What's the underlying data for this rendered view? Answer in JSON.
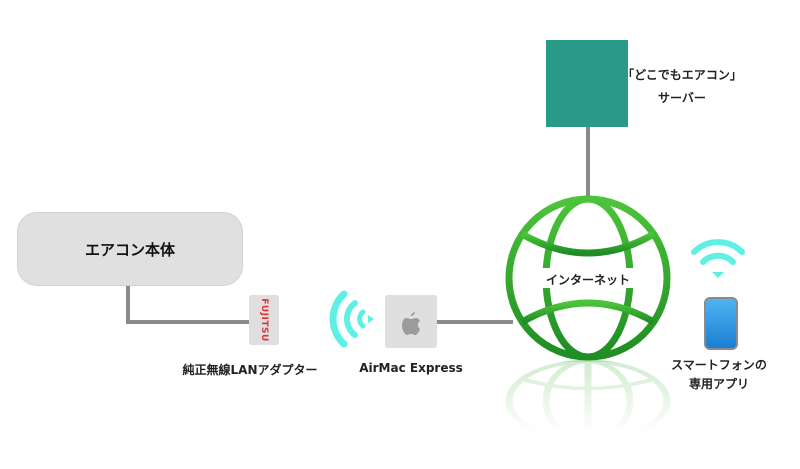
{
  "server": {
    "label_line1": "「どこでもエアコン」",
    "label_line2": "サーバー"
  },
  "aircon": {
    "label": "エアコン本体"
  },
  "adapter": {
    "logo": "FUJITSU",
    "label": "純正無線LANアダプター"
  },
  "airmac": {
    "label": "AirMac Express"
  },
  "internet": {
    "label": "インターネット"
  },
  "smartphone": {
    "label_line1": "スマートフォンの",
    "label_line2": "専用アプリ"
  },
  "colors": {
    "server": "#2a9a88",
    "globe": "#2aa52a",
    "wifi": "#5ef0e2",
    "line": "#8a8a8a",
    "phone": "#2b90e0"
  }
}
